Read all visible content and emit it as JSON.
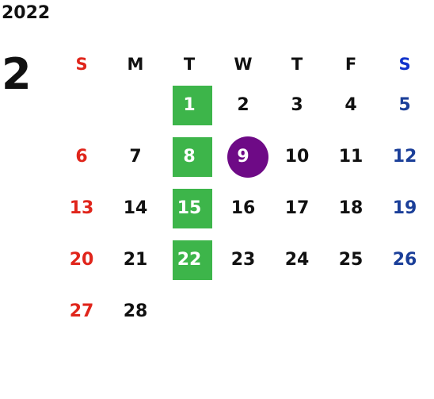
{
  "calendar": {
    "year": "2022",
    "month": "2",
    "weekdays": [
      "S",
      "M",
      "T",
      "W",
      "T",
      "F",
      "S"
    ],
    "weeks": [
      [
        "",
        "",
        "1",
        "2",
        "3",
        "4",
        "5"
      ],
      [
        "6",
        "7",
        "8",
        "9",
        "10",
        "11",
        "12"
      ],
      [
        "13",
        "14",
        "15",
        "16",
        "17",
        "18",
        "19"
      ],
      [
        "20",
        "21",
        "22",
        "23",
        "24",
        "25",
        "26"
      ],
      [
        "27",
        "28",
        "",
        "",
        "",
        "",
        ""
      ]
    ],
    "highlight_colors": {
      "green": "#3db54a",
      "purple": "#6e0a86",
      "sunday": "#e0251b",
      "saturday": "#1b3f99"
    }
  }
}
